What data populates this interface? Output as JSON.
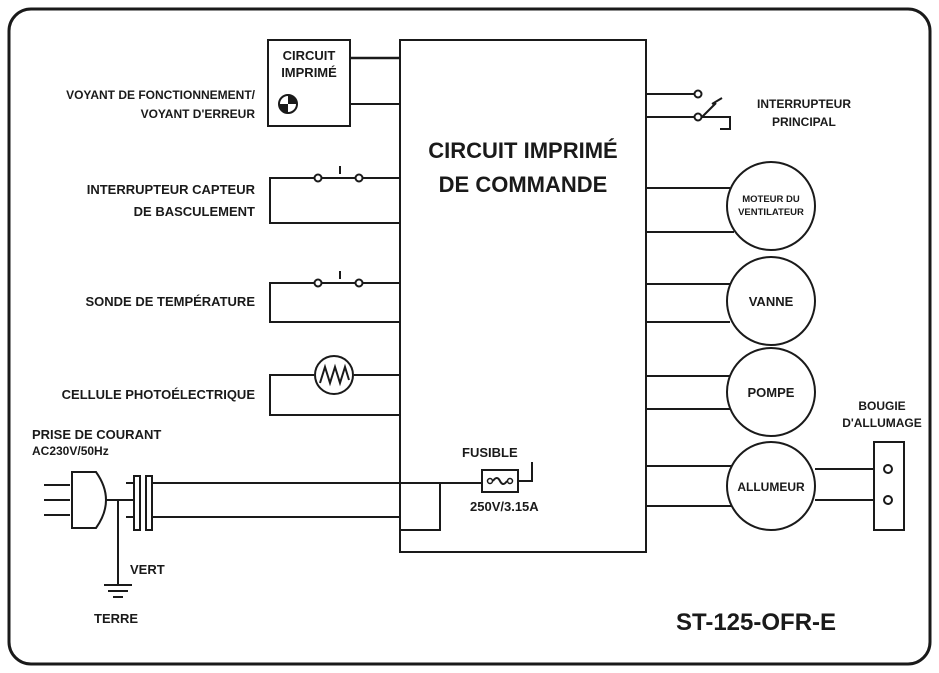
{
  "labels": {
    "pcb_small_line1": "CIRCUIT",
    "pcb_small_line2": "IMPRIMÉ",
    "led_line1": "VOYANT DE FONCTIONNEMENT/",
    "led_line2": "VOYANT D'ERREUR",
    "tilt_line1": "INTERRUPTEUR CAPTEUR",
    "tilt_line2": "DE BASCULEMENT",
    "temp_sensor": "SONDE DE TEMPÉRATURE",
    "photocell": "CELLULE PHOTOÉLECTRIQUE",
    "plug_line1": "PRISE DE COURANT",
    "plug_line2": "AC230V/50Hz",
    "ground_wire": "VERT",
    "earth": "TERRE",
    "fuse": "FUSIBLE",
    "fuse_rating": "250V/3.15A",
    "control_board_line1": "CIRCUIT IMPRIMÉ",
    "control_board_line2": "DE COMMANDE",
    "main_switch_line1": "INTERRUPTEUR",
    "main_switch_line2": "PRINCIPAL",
    "fan_motor_line1": "MOTEUR DU",
    "fan_motor_line2": "VENTILATEUR",
    "valve": "VANNE",
    "pump": "POMPE",
    "igniter": "ALLUMEUR",
    "spark_plug_line1": "BOUGIE",
    "spark_plug_line2": "D'ALLUMAGE",
    "model": "ST-125-OFR-E"
  },
  "colors": {
    "ink": "#1a1a1a",
    "background": "#ffffff"
  }
}
